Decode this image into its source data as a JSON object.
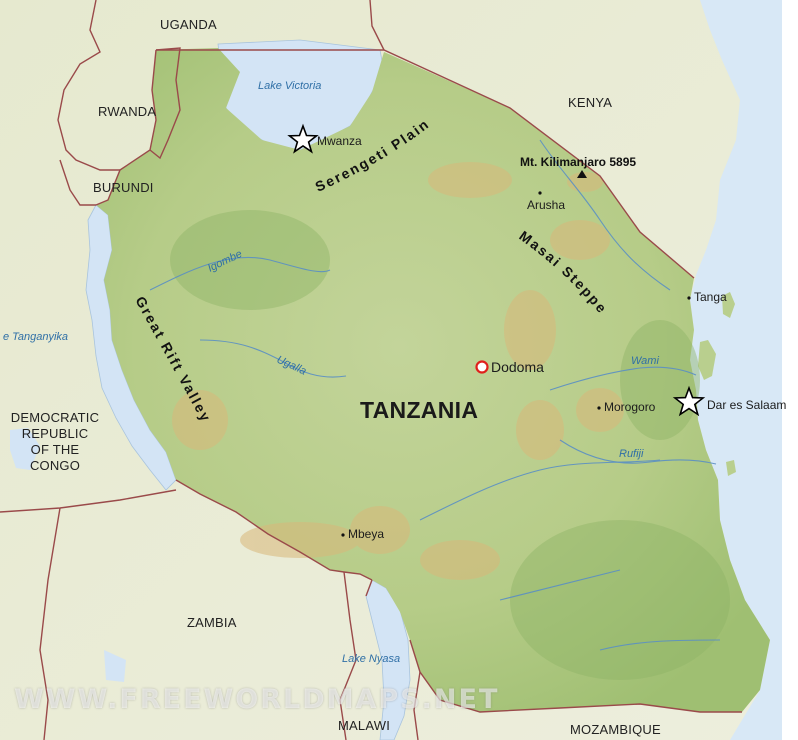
{
  "map": {
    "main_country": "TANZANIA",
    "countries": [
      {
        "id": "uganda",
        "label": "UGANDA"
      },
      {
        "id": "kenya",
        "label": "KENYA"
      },
      {
        "id": "rwanda",
        "label": "RWANDA"
      },
      {
        "id": "burundi",
        "label": "BURUNDI"
      },
      {
        "id": "drc",
        "label": "DEMOCRATIC\nREPUBLIC\nOF THE\nCONGO"
      },
      {
        "id": "zambia",
        "label": "ZAMBIA"
      },
      {
        "id": "malawi",
        "label": "MALAWI"
      },
      {
        "id": "mozambique",
        "label": "MOZAMBIQUE"
      }
    ],
    "water": {
      "lake_victoria": "Lake Victoria",
      "lake_tanganyika": "e Tanganyika",
      "lake_nyasa": "Lake Nyasa",
      "igombe": "Igombe",
      "ugalla": "Ugalla",
      "wami": "Wami",
      "rufiji": "Rufiji"
    },
    "cities": {
      "mwanza": "Mwanza",
      "arusha": "Arusha",
      "tanga": "Tanga",
      "dodoma": "Dodoma",
      "morogoro": "Morogoro",
      "dar": "Dar es Salaam",
      "mbeya": "Mbeya"
    },
    "peak": "Mt. Kilimanjaro 5895",
    "terrain": {
      "serengeti": "Serengeti Plain",
      "masai": "Masai Steppe",
      "rift": "Great Rift Valley"
    },
    "watermark": "WWW.FREEWORLDMAPS.NET",
    "colors": {
      "land_tanzania": "#b9cf8e",
      "land_outside": "#e9ecd8",
      "water": "#d6e6f6",
      "border": "#9a4a4a",
      "river": "#5a8fc4",
      "capital_marker": "#e0201c"
    },
    "markers": {
      "star": "star-icon",
      "capital": "circle-icon",
      "peak": "triangle-icon"
    }
  }
}
